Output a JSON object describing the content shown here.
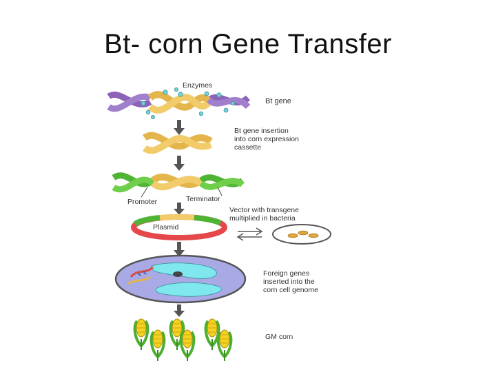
{
  "slide": {
    "title": "Bt- corn Gene Transfer"
  },
  "diagram": {
    "enzymes_label": "Enzymes",
    "bt_gene_label": "Bt gene",
    "insertion_label": [
      "Bt gene insertion",
      "into corn expression",
      "cassette"
    ],
    "promoter_label": "Promoter",
    "terminator_label": "Terminator",
    "vector_label": [
      "Vector with transgene",
      "multiplied in bacteria"
    ],
    "plasmid_label": "Plasmid",
    "foreign_genes_label": [
      "Foreign genes",
      "inserted into the",
      "corn cell genome"
    ],
    "gm_corn_label": "GM corn"
  },
  "colors": {
    "dna_gold": "#f2cc6b",
    "dna_purple": "#8d63b8",
    "dna_green": "#6fcf4a",
    "plasmid_red": "#e5474a",
    "cell_purple": "#a9a9e6",
    "vacuole_cyan": "#7fe8ef",
    "corn_yellow": "#f4d21f",
    "corn_green": "#4caf2e"
  }
}
